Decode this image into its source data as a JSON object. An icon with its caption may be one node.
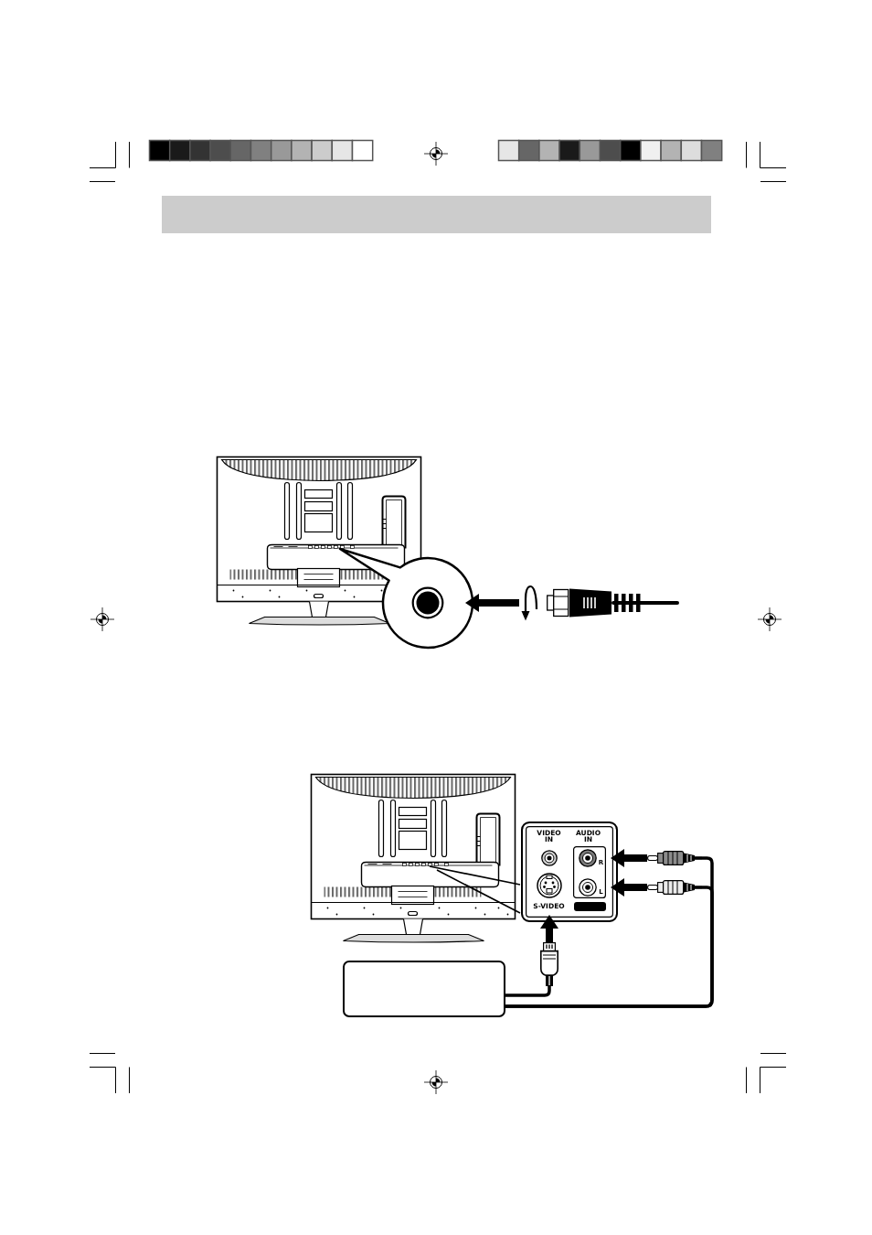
{
  "diagram": {
    "nodes": [
      {
        "text": [],
        "shape": "circle"
      },
      {
        "text": [],
        "shape": "picture"
      },
      {
        "text": [
          "VIDEO IN",
          "AUDIO IN",
          "R",
          "L",
          "S-VIDEO"
        ]
      },
      {
        "text": [],
        "shape": "picture"
      },
      {
        "text": [],
        "shape": "picture"
      },
      {
        "text": [],
        "shape": "picture"
      },
      {
        "text": [],
        "shape": "box"
      }
    ],
    "edges": [
      {
        "from": 1,
        "to": 0,
        "arrow": "to"
      },
      {
        "from": 3,
        "to": 2,
        "arrow": "to"
      },
      {
        "from": 4,
        "to": 2,
        "arrow": "to"
      },
      {
        "from": 5,
        "to": 2,
        "arrow": "to"
      },
      {
        "from": 6,
        "to": 5,
        "arrow": "none"
      },
      {
        "from": 6,
        "to": 3,
        "arrow": "none"
      },
      {
        "from": 6,
        "to": 4,
        "arrow": "none"
      }
    ]
  }
}
